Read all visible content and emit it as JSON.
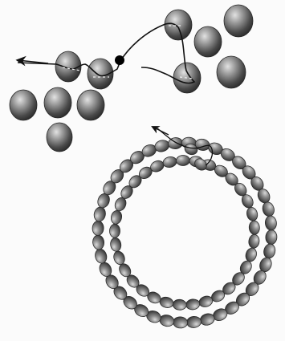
{
  "illustration": {
    "panels": [
      {
        "id": "beads-detail",
        "kind": "bead-stitch-closeup"
      },
      {
        "id": "beads-ring",
        "kind": "bead-ring"
      }
    ],
    "colors": {
      "background": "#fbfbfb",
      "bead_dark": "#3f3f3f",
      "bead_mid": "#8a8a8a",
      "bead_light": "#d6d6d6",
      "thread": "#111111",
      "knot": "#000000"
    },
    "icons": [
      "arrow-icon",
      "knot-icon"
    ]
  }
}
